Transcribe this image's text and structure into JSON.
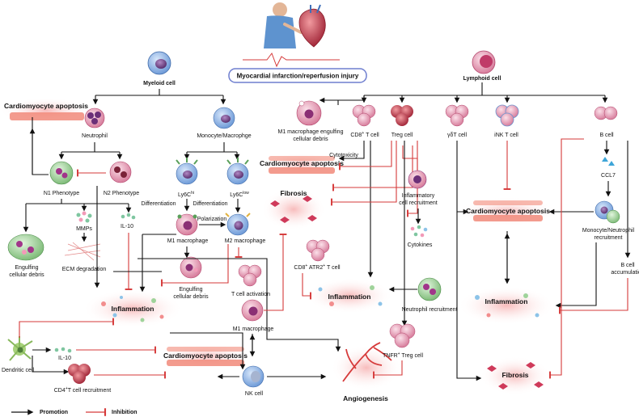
{
  "title": "Myocardial infarction/reperfusion injury",
  "categories": {
    "myeloid": "Myeloid cell",
    "lymphoid": "Lymphoid cell"
  },
  "labels": {
    "cardio_apoptosis": "Cardiomyocyte apoptosis",
    "inflammation": "Inflammation",
    "fibrosis": "Fibrosis",
    "angiogenesis": "Angiogenesis",
    "neutrophil": "Neutrophil",
    "monocyte": "Monocyte/Macrophge",
    "n1": "N1 Phenotype",
    "n2": "N2 Phenotype",
    "mmps": "MMPs",
    "il10": "IL-10",
    "engulf1": "Engulfing",
    "engulf2": "cellular debris",
    "ecm": "ECM degradation",
    "ly6chi": "Ly6C",
    "ly6chi_sup": "hi",
    "ly6clow": "Ly6C",
    "ly6clow_sup": "low",
    "diff": "Differentiation",
    "polar": "Polarization",
    "m1": "M1 macrophage",
    "m2": "M2 macrophage",
    "tact": "T cell activation",
    "dendritic": "Dendritic cell",
    "cd4a": "CD4",
    "cd4b": "T cell recruitment",
    "nk": "NK cell",
    "m1eng1": "M1 macrophage engulfing",
    "m1eng2": "cellular debris",
    "cd8": "CD8",
    "cd8b": " T cell",
    "treg": "Treg cell",
    "gdt": "γδT cell",
    "inkt": "iNK T cell",
    "bcell": "B cell",
    "cytotox": "Cytotoxicity",
    "infl_rec1": "Inflammatory",
    "infl_rec2": "cell recruitment",
    "cytokines": "Cytokines",
    "ccl7": "CCL7",
    "mono_neu1": "Monocyte/Neutrophil",
    "mono_neu2": "recruitment",
    "bacc1": "B cell",
    "bacc2": "accumulation",
    "cd8atr1": "CD8",
    "cd8atr2": " ATR2",
    "cd8atr3": " T cell",
    "neu_rec": "Neutrophil recruitment",
    "tnfr1": "TNFR",
    "tnfr2": " Treg cell",
    "promotion": "Promotion",
    "inhibition": "Inhibition"
  },
  "colors": {
    "promotion": "#111111",
    "inhibition": "#d63a3a",
    "title_box": "#6e7ecf",
    "heart": "#d63a3a"
  }
}
